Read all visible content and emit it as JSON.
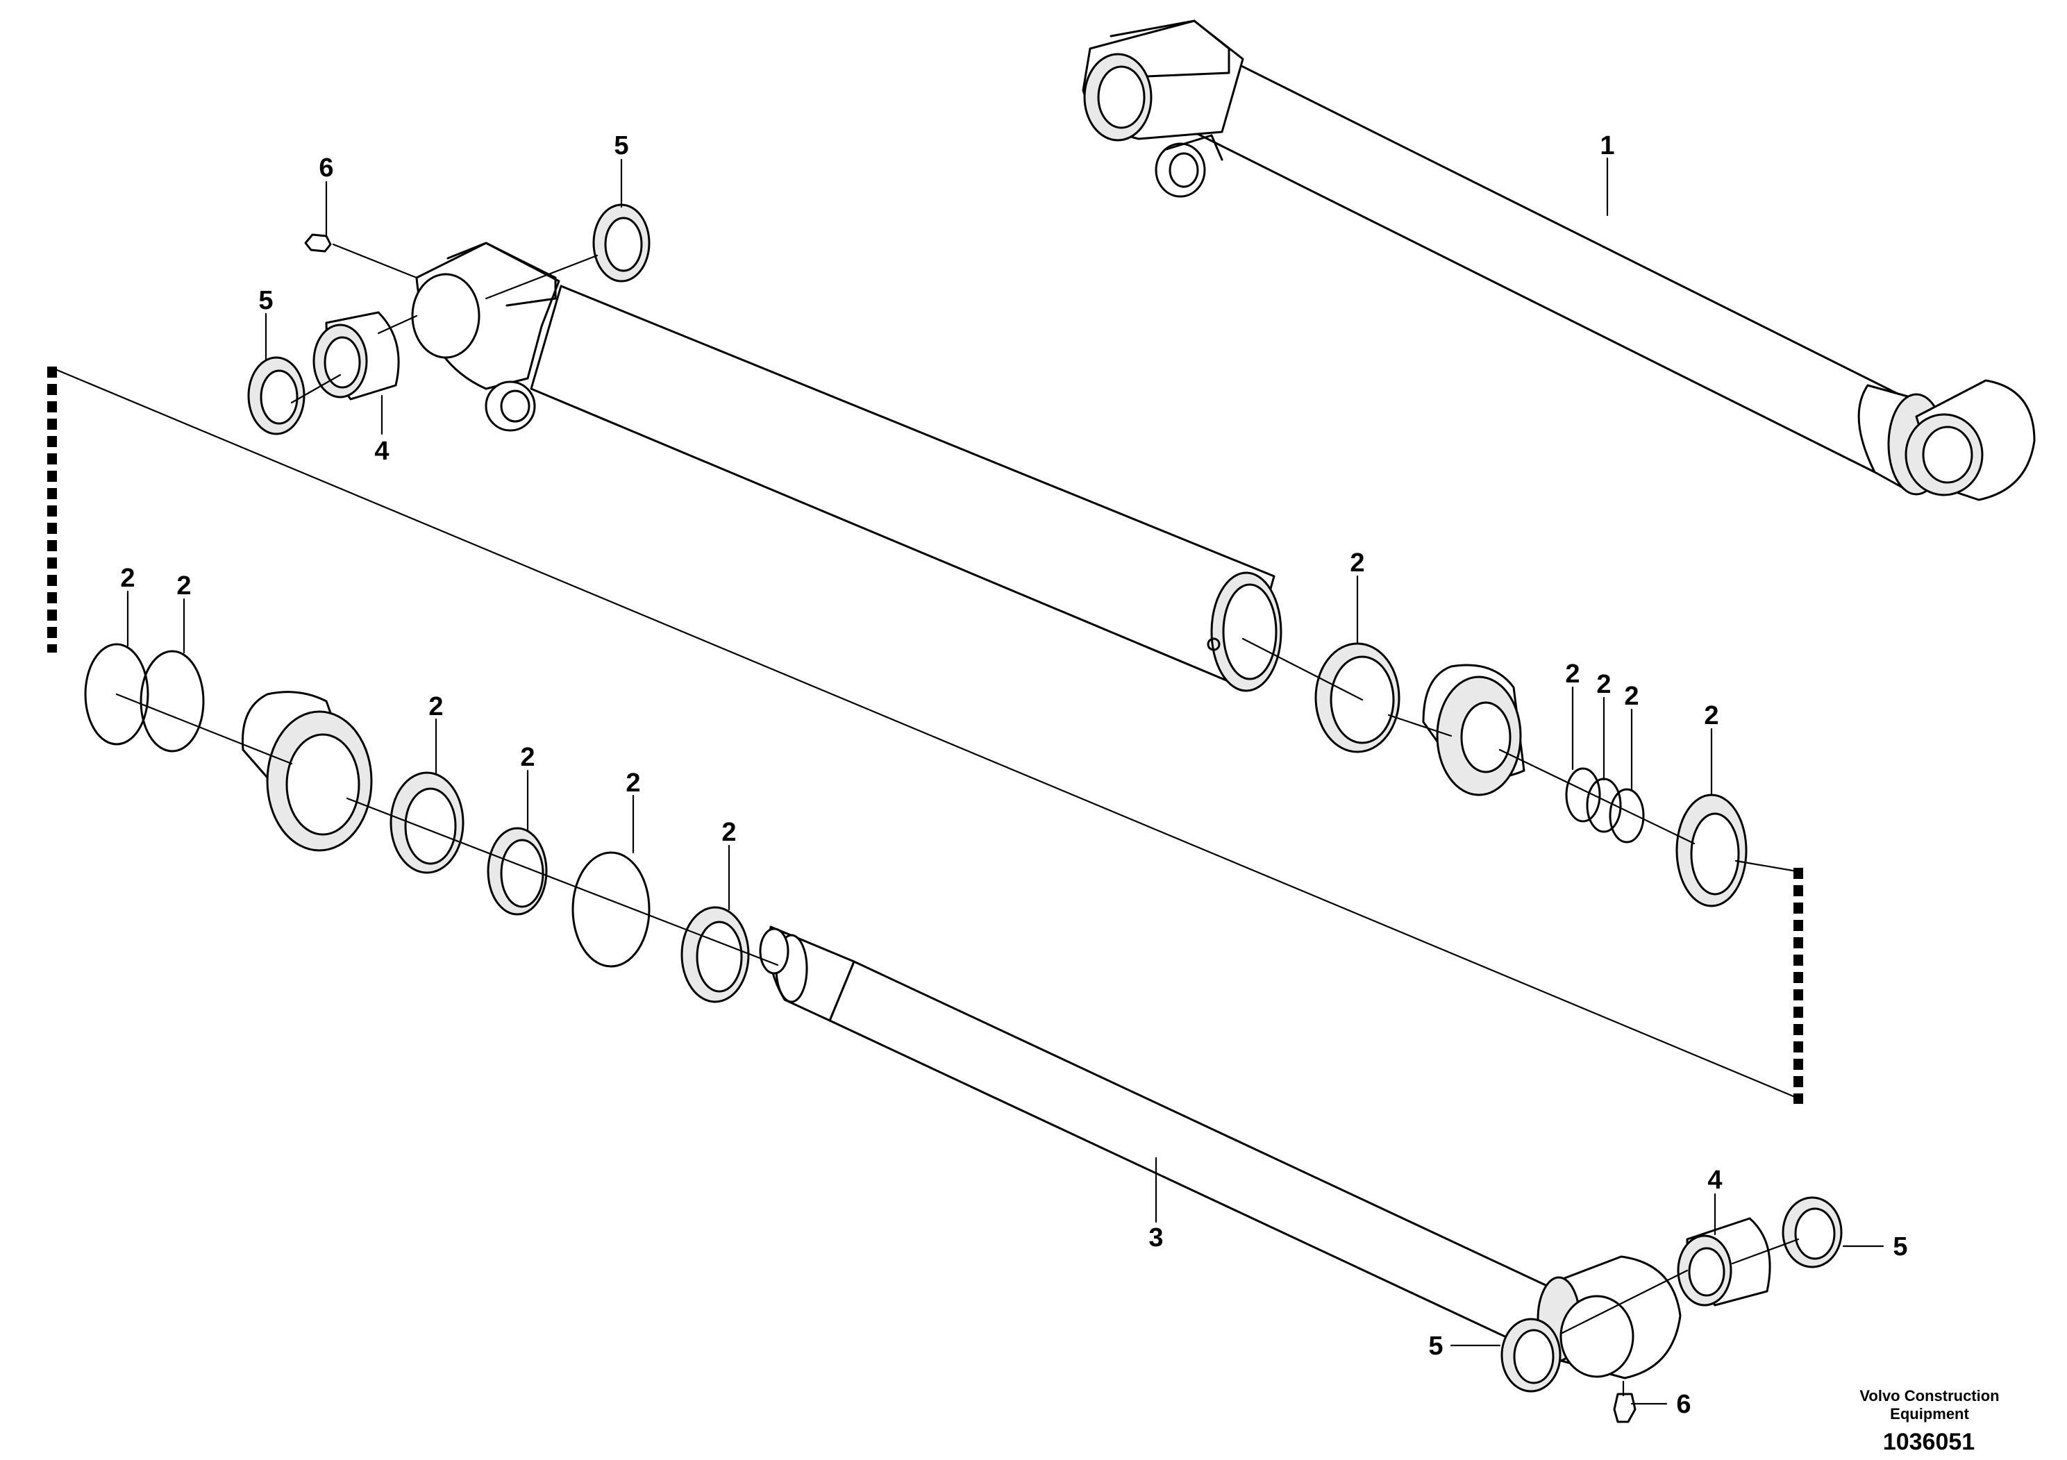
{
  "diagram": {
    "callouts": {
      "c1": "1",
      "c2": "2",
      "c3": "3",
      "c4": "4",
      "c5": "5",
      "c6": "6"
    }
  },
  "footer": {
    "brand_line1": "Volvo Construction",
    "brand_line2": "Equipment",
    "document_number": "1036051"
  }
}
